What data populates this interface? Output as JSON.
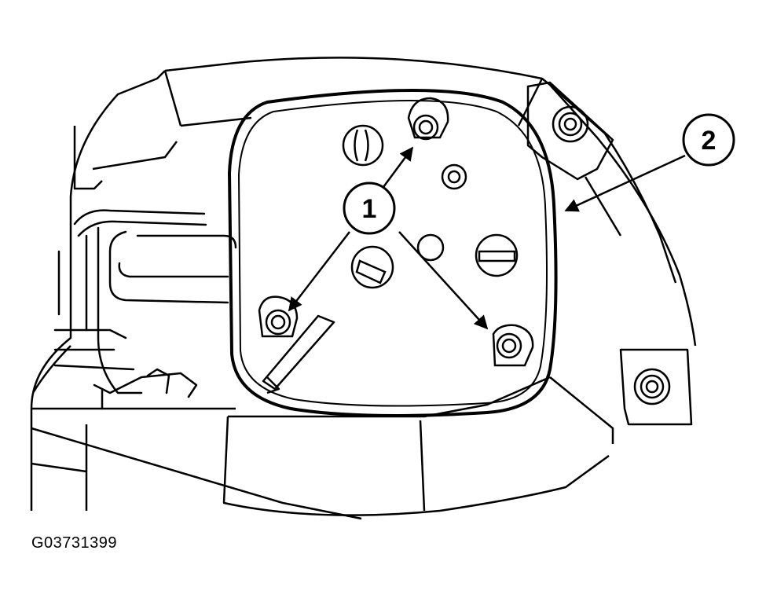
{
  "figure": {
    "id_label": "G03731399"
  },
  "callouts": [
    {
      "number": "1"
    },
    {
      "number": "2"
    }
  ],
  "colors": {
    "ink": "#000000",
    "paper": "#ffffff"
  }
}
